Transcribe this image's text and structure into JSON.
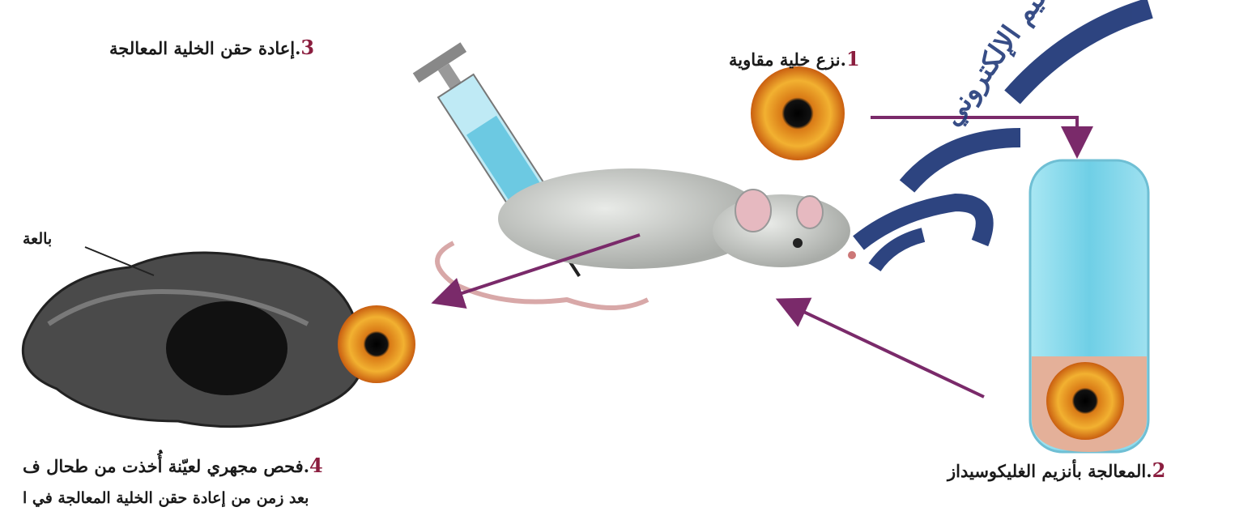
{
  "steps": {
    "s1": {
      "num": "1",
      "text": ".نزع خلية مقاوية"
    },
    "s2": {
      "num": "2",
      "text": ".المعالجة بأنزيم الغليكوسيداز"
    },
    "s3": {
      "num": "3",
      "text": ".إعادة حقن الخلية المعالجة"
    },
    "s4": {
      "num": "4",
      "line1": ".فحص مجهري لعيّنة أُخذت من طحال ف",
      "line2": "بعد زمن من إعادة حقن الخلية المعالجة في ا"
    }
  },
  "labels": {
    "phagocyte": "بالعة"
  },
  "watermark": {
    "text": "عليم الإلكتروني"
  },
  "colors": {
    "arrow": "#7a2a6a",
    "number": "#8b1e3f",
    "tube": "#7fd6ea",
    "watermark": "#223a7a"
  }
}
